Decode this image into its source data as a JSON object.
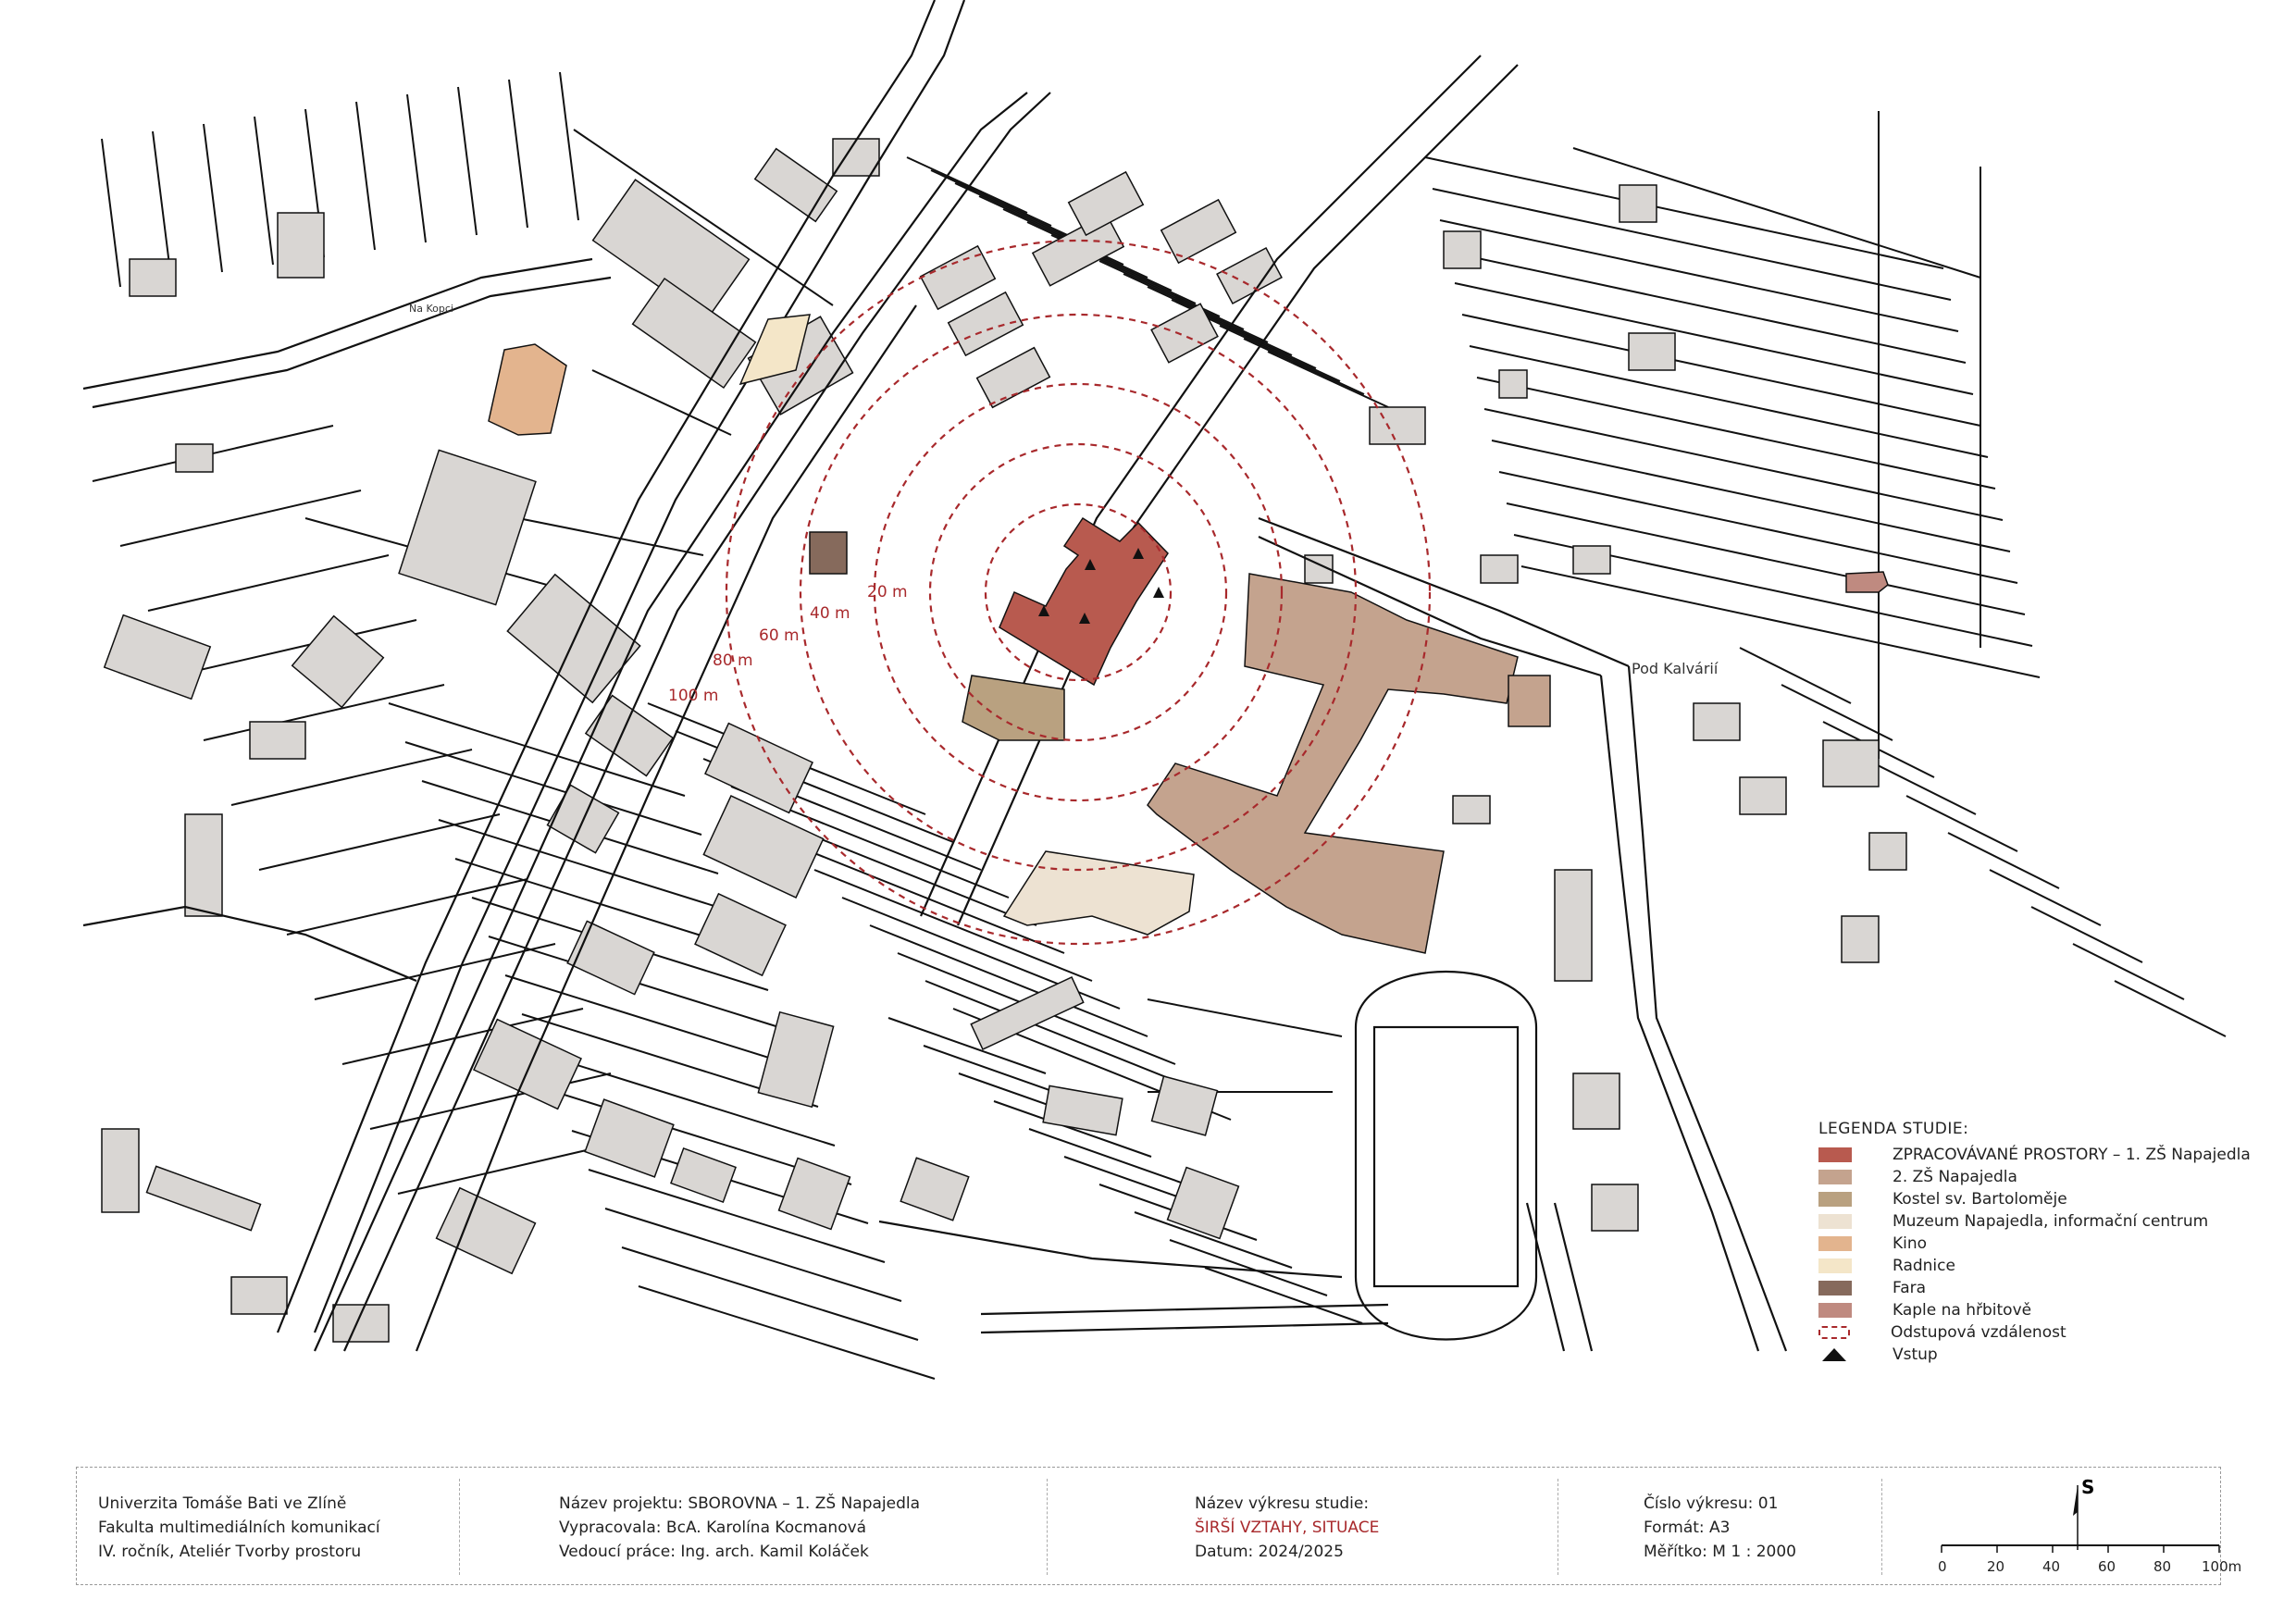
{
  "map": {
    "distance_rings": [
      "20 m",
      "40 m",
      "60 m",
      "80 m",
      "100 m"
    ],
    "street_labels": [
      "Na Kopci",
      "Pod Kalvárií"
    ],
    "colors": {
      "zpracovavane": "#b85a4f",
      "zs2": "#c4a38e",
      "kostel": "#b9a180",
      "muzeum": "#ede2d2",
      "kino": "#e3b48e",
      "radnice": "#f4e6c8",
      "fara": "#866a5c",
      "kaple": "#bf8a80",
      "ring": "#a8292c",
      "building_gray": "#d9d6d3"
    }
  },
  "legend": {
    "title": "LEGENDA STUDIE:",
    "items": [
      {
        "label": "ZPRACOVÁVANÉ PROSTORY – 1. ZŠ Napajedla",
        "color": "#b85a4f"
      },
      {
        "label": "2. ZŠ Napajedla",
        "color": "#c4a38e"
      },
      {
        "label": "Kostel sv. Bartoloměje",
        "color": "#b9a180"
      },
      {
        "label": "Muzeum Napajedla, informační centrum",
        "color": "#ede2d2"
      },
      {
        "label": "Kino",
        "color": "#e3b48e"
      },
      {
        "label": "Radnice",
        "color": "#f4e6c8"
      },
      {
        "label": "Fara",
        "color": "#866a5c"
      },
      {
        "label": "Kaple na hřbitově",
        "color": "#bf8a80"
      },
      {
        "label": "Odstupová vzdálenost",
        "icon": "dashed-outline-icon"
      },
      {
        "label": "Vstup",
        "icon": "entrance-triangle-icon"
      }
    ]
  },
  "titleblock": {
    "school": [
      "Univerzita Tomáše Bati ve Zlíně",
      "Fakulta multimediálních komunikací",
      "IV. ročník, Ateliér Tvorby prostoru"
    ],
    "project": [
      "Název projektu: SBOROVNA – 1. ZŠ Napajedla",
      "Vypracovala: BcA. Karolína Kocmanová",
      "Vedoucí práce: Ing. arch. Kamil Koláček"
    ],
    "drawing_label": "Název výkresu studie:",
    "drawing_title": "ŠIRŠÍ VZTAHY, SITUACE",
    "date": "Datum: 2024/2025",
    "sheet": [
      "Číslo výkresu: 01",
      "Formát: A3",
      "Měřítko: M 1 : 2000"
    ],
    "north": "S",
    "scale_ticks": [
      "0",
      "20",
      "40",
      "60",
      "80",
      "100m"
    ]
  }
}
